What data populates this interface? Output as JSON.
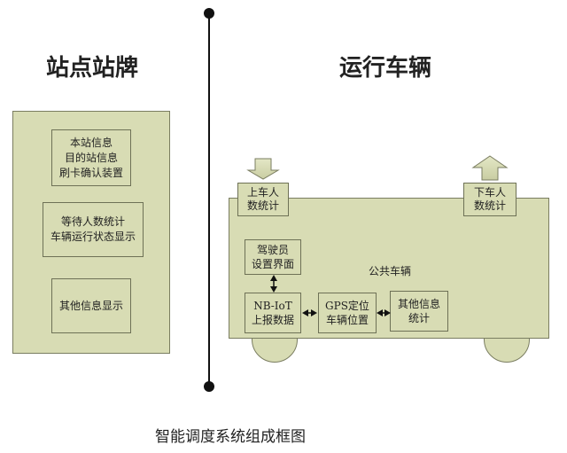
{
  "left_section": {
    "title": "站点站牌",
    "box1": [
      "本站信息",
      "目的站信息",
      "刷卡确认装置"
    ],
    "box2": [
      "等待人数统计",
      "车辆运行状态显示"
    ],
    "box3": [
      "其他信息显示"
    ]
  },
  "right_section": {
    "title": "运行车辆",
    "boarding": [
      "上车人",
      "数统计"
    ],
    "alighting": [
      "下车人",
      "数统计"
    ],
    "bus_label": "公共车辆",
    "driver": [
      "驾驶员",
      "设置界面"
    ],
    "nbiot": [
      "NB-IoT",
      "上报数据"
    ],
    "gps": [
      "GPS定位",
      "车辆位置"
    ],
    "other": [
      "其他信息",
      "统计"
    ]
  },
  "caption": "智能调度系统组成框图"
}
